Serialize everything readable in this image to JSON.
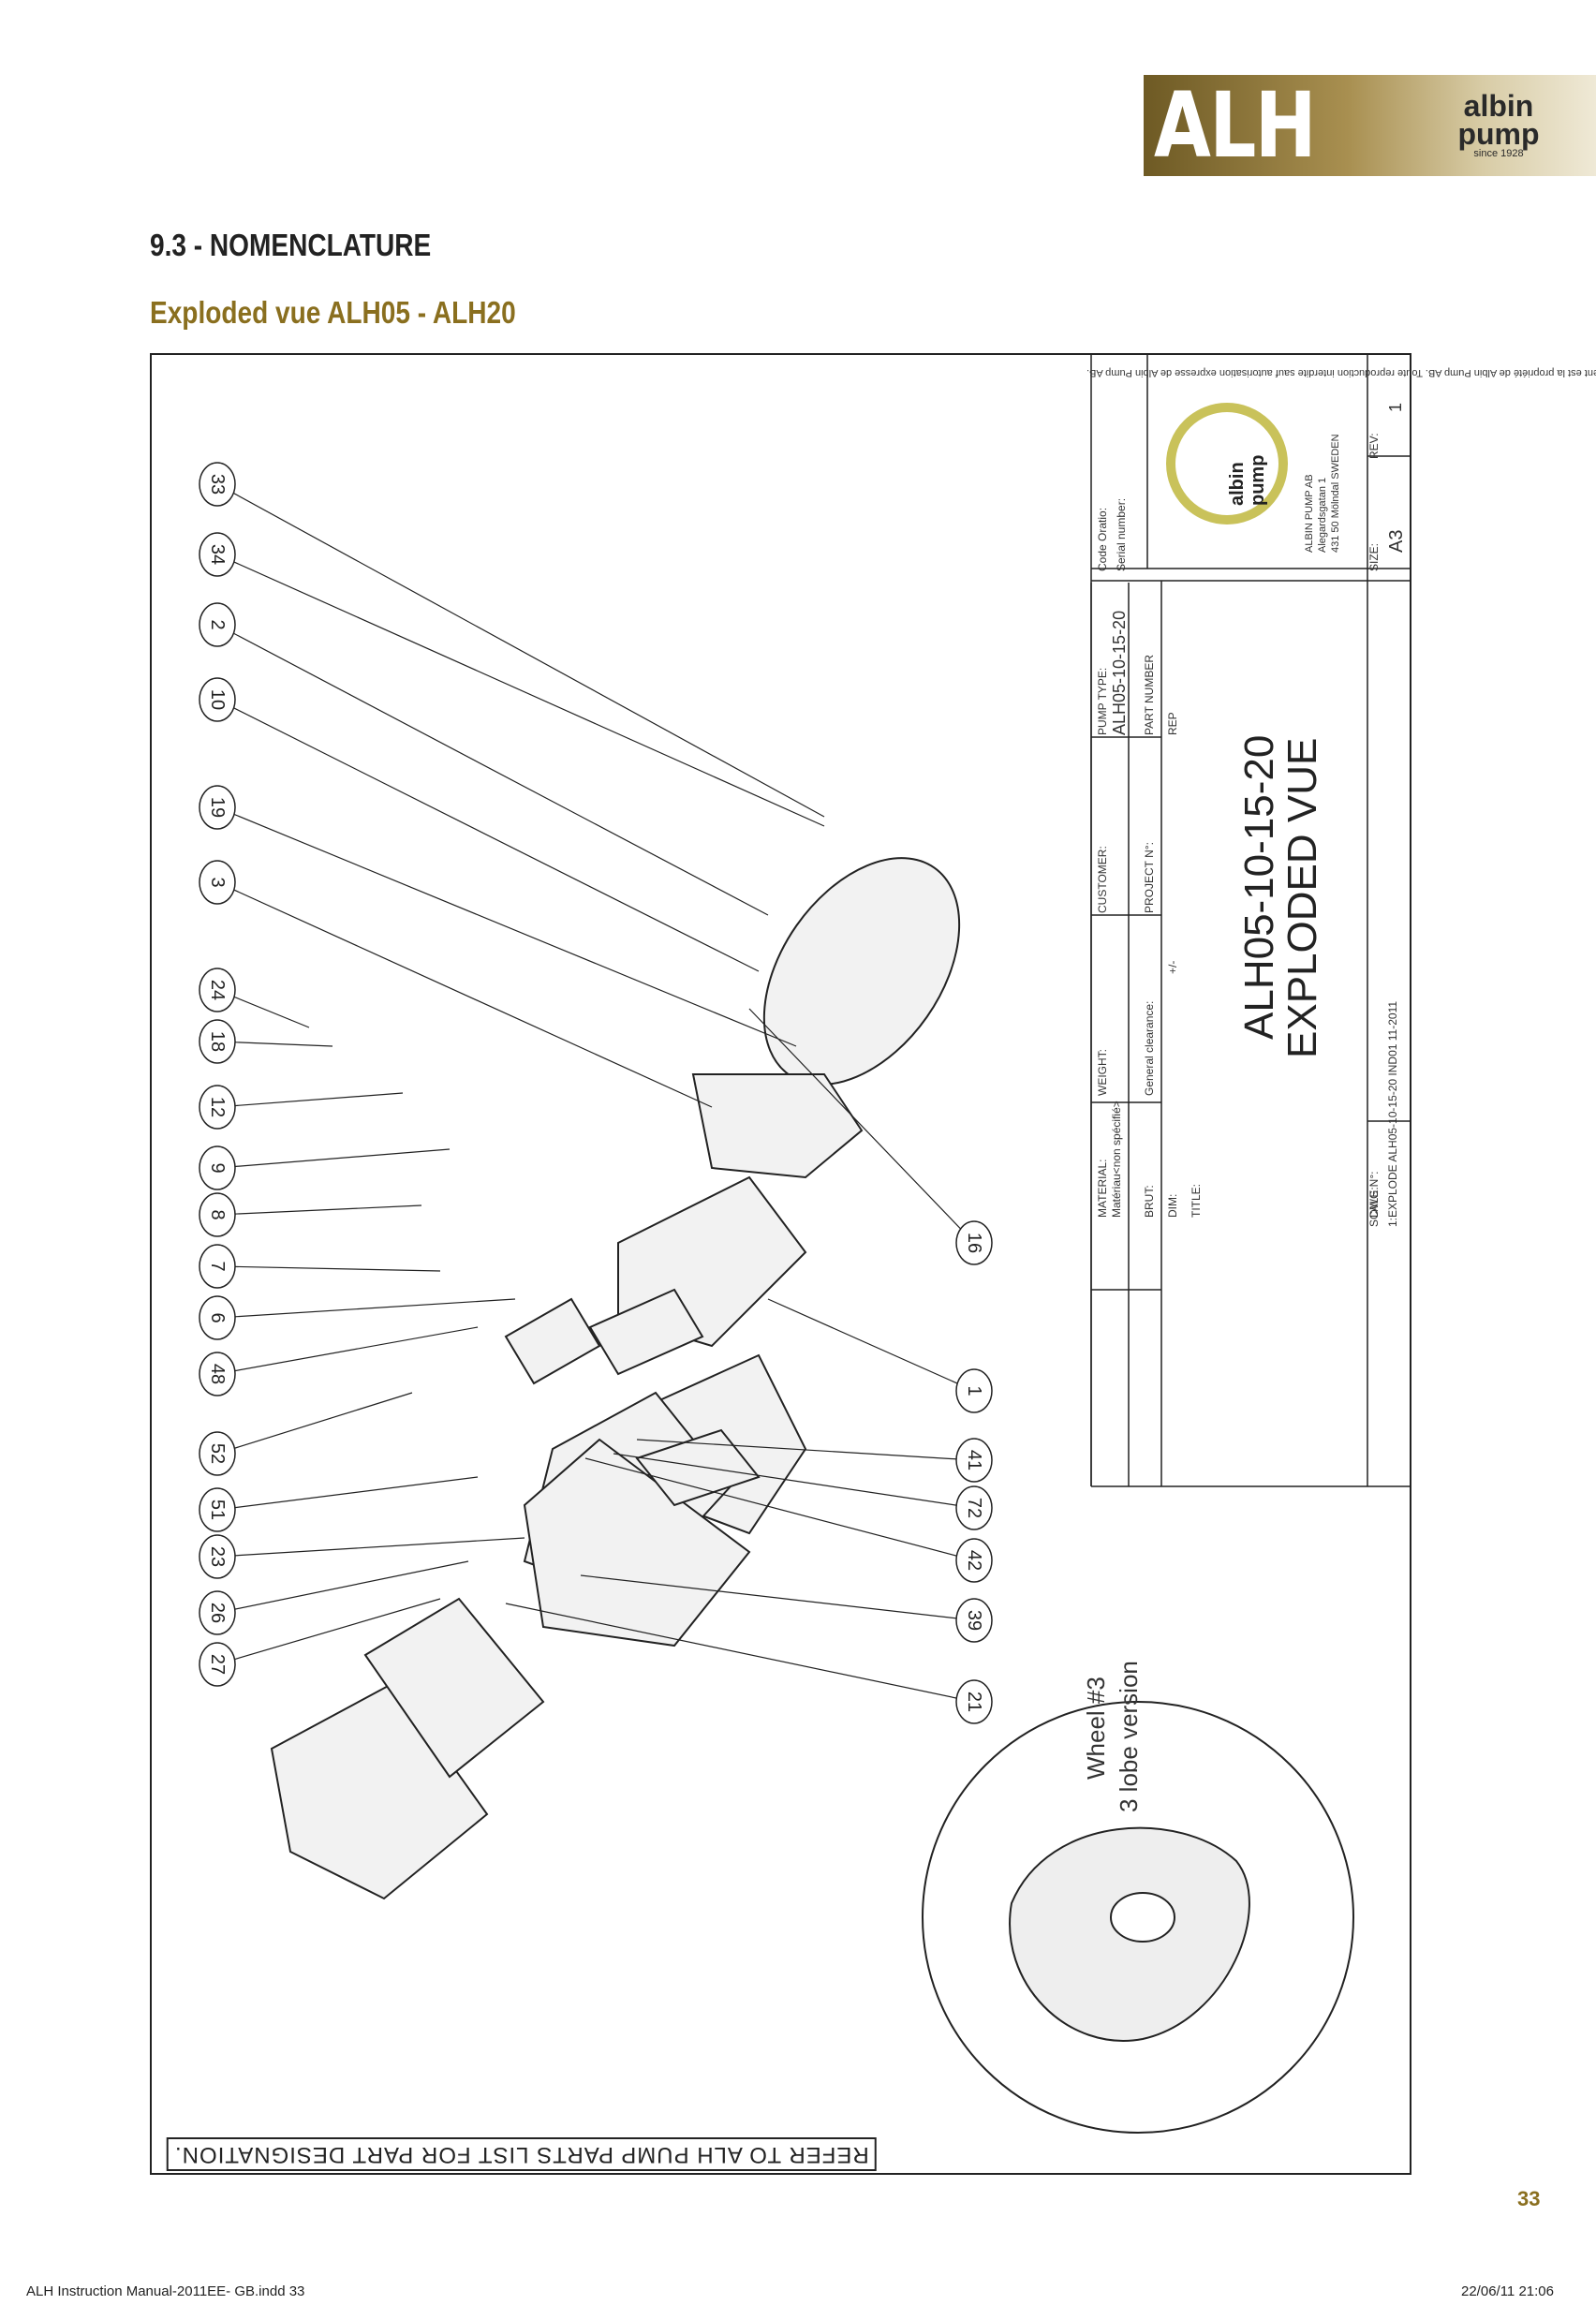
{
  "header": {
    "brand": "ALH",
    "logo_line1": "albin",
    "logo_line2": "pump",
    "logo_since": "since 1928"
  },
  "section_title": "9.3 - NOMENCLATURE",
  "sub_title": "Exploded vue ALH05 - ALH20",
  "drawing": {
    "copyright": "Ce document est la propriété de Albin Pump AB. Toute reproduction interdite sauf autorisation expresse de Albin Pump AB.",
    "refer_note": "REFER TO ALH PUMP PARTS LIST FOR PART DESIGNATION.",
    "detail_label_1": "Wheel #3",
    "detail_label_2": "3 lobe version",
    "balloons_left": [
      "33",
      "34",
      "2",
      "10",
      "19",
      "3",
      "24",
      "18",
      "12",
      "9",
      "8",
      "7",
      "6",
      "48",
      "52",
      "51",
      "23",
      "26",
      "27"
    ],
    "balloons_right": [
      "16",
      "1",
      "41",
      "72",
      "42",
      "39",
      "21"
    ]
  },
  "title_block": {
    "code_oratio": "Code Oratio:",
    "serial_number": "Serial number:",
    "pump_type_label": "PUMP TYPE:",
    "pump_type_value": "ALH05-10-15-20",
    "part_number_label": "PART NUMBER",
    "rep_label": "REP",
    "customer_label": "CUSTOMER:",
    "project_label": "PROJECT N°:",
    "weight_label": "WEIGHT:",
    "general_clearance": "General clearance:",
    "plus_minus": "+/-",
    "material_label": "MATERIAL:",
    "material_value": "Matériau<non spécifié>",
    "brut_label": "BRUT:",
    "dim_label": "DIM:",
    "title_label": "TITLE:",
    "title_line1": "ALH05-10-15-20",
    "title_line2": "EXPLODED VUE",
    "dwg_label": "DWG N°:",
    "dwg_value": "EXPLODE ALH05-10-15-20 IND01 11-2011",
    "scale_label": "SCALE:",
    "scale_value": "1:",
    "size_label": "SIZE:",
    "size_value": "A3",
    "rev_label": "REV:",
    "rev_value": "1",
    "company_name": "ALBIN PUMP AB",
    "company_street": "Alegardsgatan 1",
    "company_city": "431 50 Mölndal SWEDEN",
    "company_logo_1": "albin",
    "company_logo_2": "pump"
  },
  "page_number": "33",
  "footer": {
    "left": "ALH Instruction Manual-2011EE- GB.indd   33",
    "right": "22/06/11   21:06"
  }
}
